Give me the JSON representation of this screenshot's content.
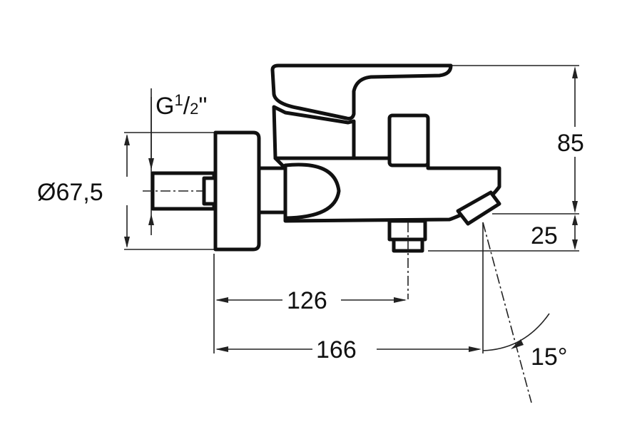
{
  "labels": {
    "thread": "G",
    "thread_frac_num": "1",
    "thread_frac_den": "2",
    "thread_suffix": "\"",
    "diameter": "Ø67,5",
    "height_85": "85",
    "height_25": "25",
    "length_126": "126",
    "length_166": "166",
    "angle": "15°"
  }
}
